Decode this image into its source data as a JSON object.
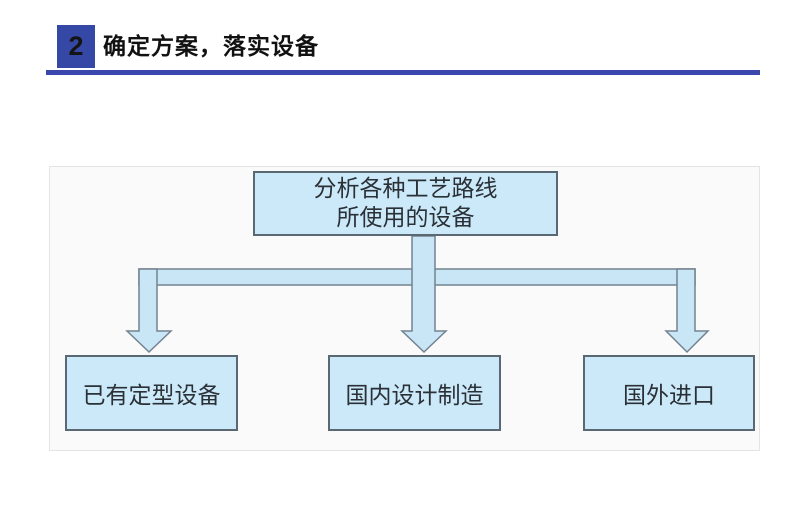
{
  "header": {
    "number": "2",
    "title": "确定方案，落实设备",
    "number_box_color": "#3648A5",
    "underline_color": "#3A47AC"
  },
  "diagram": {
    "root_box": {
      "line1": "分析各种工艺路线",
      "line2": "所使用的设备"
    },
    "child_boxes": [
      {
        "label": "已有定型设备"
      },
      {
        "label": "国内设计制造"
      },
      {
        "label": "国外进口"
      }
    ],
    "colors": {
      "node_fill": "#CBE9F9",
      "node_border": "#5A6874",
      "connector_fill": "#C9E6F7",
      "connector_stroke": "#73828F"
    }
  }
}
